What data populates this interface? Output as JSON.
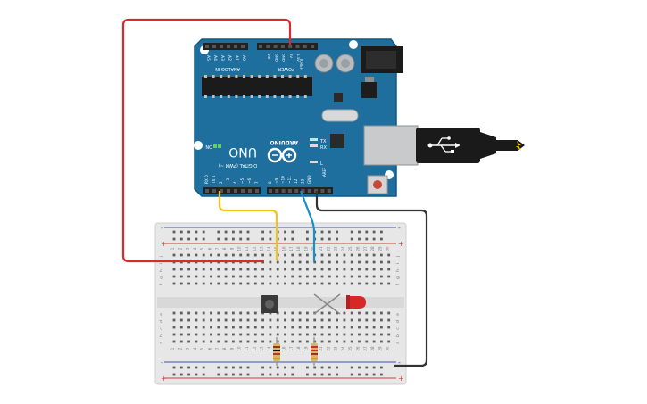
{
  "arduino": {
    "brand": "ARDUINO",
    "model": "UNO",
    "analog_label": "ANALOG IN",
    "power_label": "POWER",
    "digital_label": "DIGITAL (PWM ~)",
    "on_label": "ON",
    "tx_label": "TX",
    "rx_label": "RX",
    "l_label": "L",
    "aref_label": "AREF",
    "ioref_label": "IOREF",
    "reset_label": "RESET",
    "analog_pins": [
      "A5",
      "A4",
      "A3",
      "A2",
      "A1",
      "A0"
    ],
    "power_pins": [
      "Vin",
      "GND",
      "GND",
      "5V",
      "3.3V"
    ],
    "digital_pins": [
      "RX 0",
      "TX 1",
      "2",
      "~3",
      "4",
      "~5",
      "~6",
      "7",
      "8",
      "~9",
      "~10",
      "~11",
      "12",
      "13",
      "GND"
    ],
    "colors": {
      "board": "#1e6f9e",
      "board_edge": "#13587f"
    }
  },
  "breadboard": {
    "columns": 30,
    "row_labels_top": [
      "j",
      "i",
      "h",
      "g",
      "f"
    ],
    "row_labels_bottom": [
      "e",
      "d",
      "c",
      "b",
      "a"
    ],
    "rail_minus": "-",
    "rail_plus": "+",
    "colors": {
      "body": "#e4e4e4",
      "hole": "#5e5e5e",
      "rail_red": "#d33b3b",
      "rail_blue": "#3d55a8"
    }
  },
  "components": {
    "led": {
      "color": "#d62828"
    },
    "resistor": {
      "color": "#d9b26b"
    },
    "pushbutton": {
      "color": "#3a3a3a"
    },
    "usb_cable": {
      "color": "#1a1a1a"
    }
  },
  "wires": {
    "red": "#d92b2b",
    "yellow": "#f0c419",
    "blue": "#1a90c7",
    "black": "#333333"
  }
}
